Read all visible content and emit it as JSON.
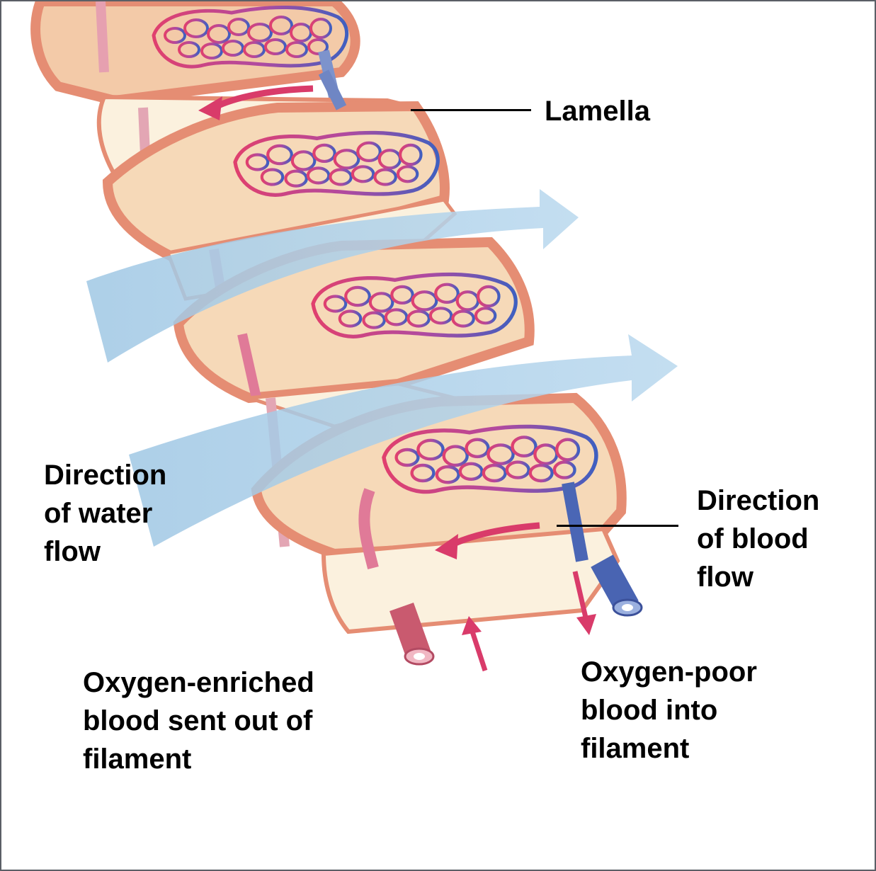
{
  "labels": {
    "lamella": "Lamella",
    "water_flow": [
      "Direction",
      "of water",
      "flow"
    ],
    "blood_flow": [
      "Direction",
      "of blood",
      "flow"
    ],
    "oxygen_enriched": [
      "Oxygen-enriched",
      "blood sent out of",
      "filament"
    ],
    "oxygen_poor": [
      "Oxygen-poor",
      "blood into",
      "filament"
    ]
  },
  "colors": {
    "tissue": "#f6d9b8",
    "tissue_light": "#fbf1de",
    "rim": "#e58d73",
    "oxygen_rich_vessel": "#d85a7a",
    "oxygen_poor_vessel": "#4a66b5",
    "water": "#a9cde6",
    "flow_arrow": "#d93b6a"
  }
}
